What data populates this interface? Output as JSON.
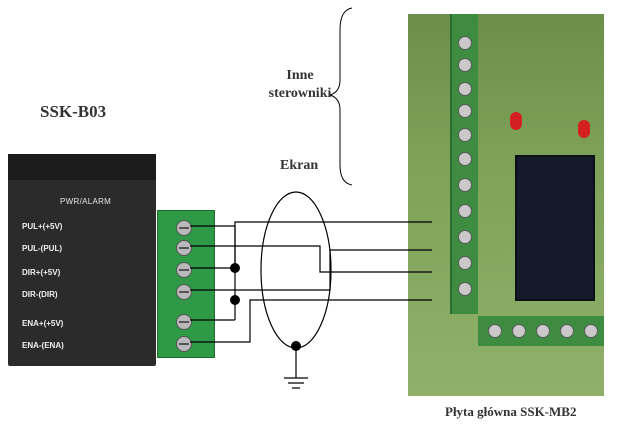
{
  "labels": {
    "driver_title": "SSK-B03",
    "inne_line1": "Inne",
    "inne_line2": "sterowniki",
    "ekran": "Ekran",
    "board_caption": "Płyta główna SSK-MB2",
    "pwr_alarm": "PWR/ALARM"
  },
  "pins": [
    "PUL+(+5V)",
    "PUL-(PUL)",
    "DIR+(+5V)",
    "DIR-(DIR)",
    "ENA+(+5V)",
    "ENA-(ENA)"
  ],
  "colors": {
    "driver_body": "#2b2b2b",
    "terminal": "#2f9a45",
    "board": "#7ea258",
    "wire": "#000000"
  }
}
